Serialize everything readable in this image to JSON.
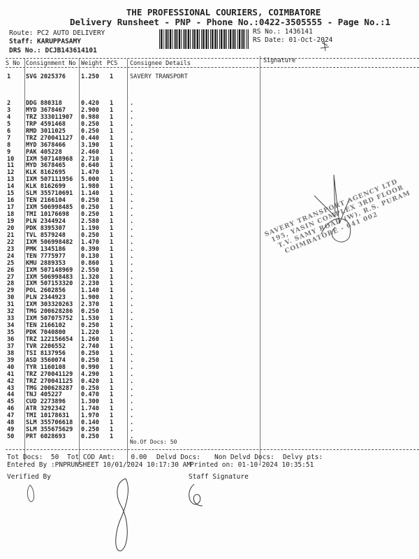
{
  "header": {
    "title": "THE PROFESSIONAL COURIERS, COIMBATORE",
    "subtitle": "Delivery Runsheet - PNP - Phone No.:0422-3505555 - Page No.:1",
    "route": "Route: PC2 AUTO DELIVERY",
    "staff": "Staff: KARUPPASAMY",
    "drs": "DRS No.: DCJB143614101",
    "rs_no": "RS No.: 1436141",
    "rs_date": "RS Date: 01-Oct-2024"
  },
  "columns": [
    "S No",
    "Consignment No",
    "Weight",
    "PCS",
    "Consignee Details",
    "Signature"
  ],
  "rows": [
    [
      "1",
      "SVG 2025376",
      "1.250",
      "1",
      "SAVERY TRANSPORT"
    ],
    [
      "2",
      "DDG 880318",
      "0.420",
      "1",
      "."
    ],
    [
      "3",
      "MYD 3678467",
      "2.900",
      "1",
      "."
    ],
    [
      "4",
      "TRZ 333011907",
      "0.980",
      "1",
      "."
    ],
    [
      "5",
      "TRP 4591468",
      "0.250",
      "1",
      "."
    ],
    [
      "6",
      "RMD 3011025",
      "0.250",
      "1",
      "."
    ],
    [
      "7",
      "TRZ 270041127",
      "0.440",
      "1",
      "."
    ],
    [
      "8",
      "MYD 3678466",
      "3.190",
      "1",
      "."
    ],
    [
      "9",
      "PAK 405228",
      "2.460",
      "1",
      "."
    ],
    [
      "10",
      "IXM 507148968",
      "2.710",
      "1",
      "."
    ],
    [
      "11",
      "MYD 3678465",
      "0.640",
      "1",
      "."
    ],
    [
      "12",
      "KLK 8162695",
      "1.470",
      "1",
      "."
    ],
    [
      "13",
      "IXM 507111956",
      "5.000",
      "1",
      "."
    ],
    [
      "14",
      "KLK 8162699",
      "1.980",
      "1",
      "."
    ],
    [
      "15",
      "SLM 355710691",
      "1.140",
      "1",
      "."
    ],
    [
      "16",
      "TEN 2166104",
      "0.250",
      "1",
      "."
    ],
    [
      "17",
      "IXM 506998485",
      "0.250",
      "1",
      "."
    ],
    [
      "18",
      "TMI 10176698",
      "0.250",
      "1",
      "."
    ],
    [
      "19",
      "PLN 2344924",
      "2.580",
      "1",
      "."
    ],
    [
      "20",
      "PDK 8395307",
      "1.190",
      "1",
      "."
    ],
    [
      "21",
      "TVL 8579248",
      "0.250",
      "1",
      "."
    ],
    [
      "22",
      "IXM 506998482",
      "1.470",
      "1",
      "."
    ],
    [
      "23",
      "PMK 1345186",
      "0.390",
      "1",
      "."
    ],
    [
      "24",
      "TEN 7775977",
      "0.130",
      "1",
      "."
    ],
    [
      "25",
      "KMU 2889353",
      "0.860",
      "1",
      "."
    ],
    [
      "26",
      "IXM 507148969",
      "2.550",
      "1",
      "."
    ],
    [
      "27",
      "IXM 506998483",
      "1.320",
      "1",
      "."
    ],
    [
      "28",
      "IXM 507153320",
      "2.230",
      "1",
      "."
    ],
    [
      "29",
      "POL 2602856",
      "1.140",
      "1",
      "."
    ],
    [
      "30",
      "PLN 2344923",
      "1.900",
      "1",
      "."
    ],
    [
      "31",
      "IXM 303320263",
      "2.370",
      "1",
      "."
    ],
    [
      "32",
      "TMG 200628286",
      "0.250",
      "1",
      "."
    ],
    [
      "33",
      "IXM 507075752",
      "1.530",
      "1",
      "."
    ],
    [
      "34",
      "TEN 2166102",
      "0.250",
      "1",
      "."
    ],
    [
      "35",
      "PDK 7040800",
      "1.220",
      "1",
      "."
    ],
    [
      "36",
      "TRZ 122156654",
      "1.260",
      "1",
      "."
    ],
    [
      "37",
      "TVR 2206552",
      "2.740",
      "1",
      "."
    ],
    [
      "38",
      "TSI 8137956",
      "0.250",
      "1",
      "."
    ],
    [
      "39",
      "ASD 3560074",
      "0.250",
      "1",
      "."
    ],
    [
      "40",
      "TYR 1160108",
      "0.990",
      "1",
      "."
    ],
    [
      "41",
      "TRZ 270041129",
      "4.290",
      "1",
      "."
    ],
    [
      "42",
      "TRZ 270041125",
      "0.420",
      "1",
      "."
    ],
    [
      "43",
      "TMG 200628287",
      "0.250",
      "1",
      "."
    ],
    [
      "44",
      "TNJ 405227",
      "0.470",
      "1",
      "."
    ],
    [
      "45",
      "CUD 2273896",
      "1.300",
      "1",
      "."
    ],
    [
      "46",
      "ATR 3292342",
      "1.740",
      "1",
      "."
    ],
    [
      "47",
      "TMI 10178631",
      "1.970",
      "1",
      "."
    ],
    [
      "48",
      "SLM 355706618",
      "0.140",
      "1",
      "."
    ],
    [
      "49",
      "SLM 355675629",
      "0.250",
      "1",
      "."
    ],
    [
      "50",
      "PRT 6028693",
      "0.250",
      "1",
      "."
    ]
  ],
  "no_of_docs": "No.Of Docs: 50",
  "footer": {
    "tot_docs": "Tot Docs:  50",
    "tot_cod": "Tot COD Amt:    0.00",
    "delvd": "Delvd Docs:",
    "non_delvd": "Non Delvd Docs:",
    "delvy_pts": "Delvy pts:",
    "entered_by": "Entered By :PNPRUNSHEET 10/01/2024 10:17:30 AM",
    "printed_on": "Printed on: 01-10-2024 10:35:51",
    "verified_by": "Verified By",
    "staff_signature": "Staff Signature"
  },
  "stamp": [
    "SAVERY TRANSPORT AGENCY LTD",
    "195, YASIN COMPLEX 3RD FLOOR",
    "T.V. SAMY ROAD (W), R.S. PURAM",
    "COIMBATORE - 641 002"
  ]
}
